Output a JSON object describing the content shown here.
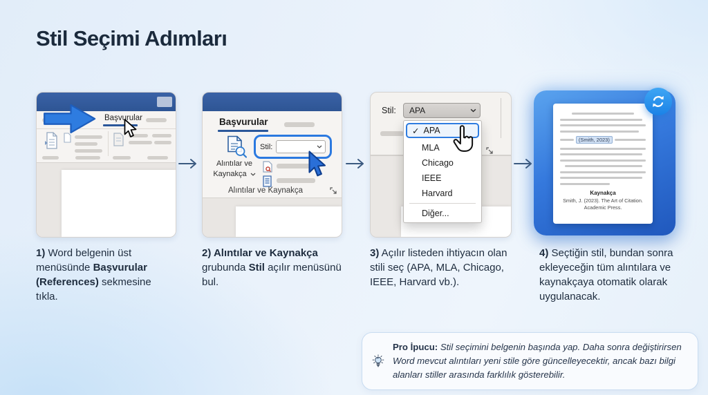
{
  "title": "Stil Seçimi Adımları",
  "word": {
    "tab": "Başvurular",
    "style_label": "Stil:",
    "style_value": "APA",
    "group_button_line1": "Alıntılar ve",
    "group_button_line2": "Kaynakça",
    "group_label": "Alıntılar ve Kaynakça"
  },
  "dropdown": {
    "checkmark": "✓",
    "selected": "APA",
    "items": [
      "MLA",
      "Chicago",
      "IEEE",
      "Harvard"
    ],
    "more": "Diğer..."
  },
  "doc_preview": {
    "citation": "(Smith, 2023)",
    "bib_title": "Kaynakça",
    "bib_entry": "Smith, J. (2023). The Art of Citation. Academic Press."
  },
  "steps": [
    {
      "segments": [
        {
          "t": "1)",
          "b": true
        },
        {
          "t": " Word belgenin üst menüsünde "
        },
        {
          "t": "Başvurular (References)",
          "b": true
        },
        {
          "t": " sekmesine tıkla."
        }
      ]
    },
    {
      "segments": [
        {
          "t": "2) Alıntılar ve Kaynakça",
          "b": true
        },
        {
          "t": " grubunda "
        },
        {
          "t": "Stil",
          "b": true
        },
        {
          "t": " açılır menüsünü bul."
        }
      ]
    },
    {
      "segments": [
        {
          "t": "3)",
          "b": true
        },
        {
          "t": " Açılır listeden ihtiyacın olan stili seç (APA, MLA, Chicago, IEEE, Harvard vb.)."
        }
      ]
    },
    {
      "segments": [
        {
          "t": "4)",
          "b": true
        },
        {
          "t": " Seçtiğin stil, bundan sonra ekleyeceğin tüm alıntılara ve kaynakçaya otomatik olarak uygulanacak."
        }
      ]
    }
  ],
  "tip": {
    "segments": [
      {
        "t": "Pro İpucu: ",
        "b": true
      },
      {
        "t": "Stil seçimini belgenin başında yap. Daha sonra değiştirirsen Word mevcut alıntıları yeni stile göre güncelleyecektir, ancak bazı bilgi alanları stiller arasında farklılık gösterebilir.",
        "i": true
      }
    ]
  },
  "colors": {
    "accent_blue": "#2e7ce0",
    "word_titlebar": "#30589c",
    "tab_underline": "#2b579a",
    "connector": "#3b5a80",
    "frame_gradient_start": "#5aa3ee",
    "frame_gradient_end": "#2058bd",
    "badge_blue": "#2f9ff2",
    "background_tint": "#c6e1f8",
    "title_text": "#1b2a3c"
  }
}
